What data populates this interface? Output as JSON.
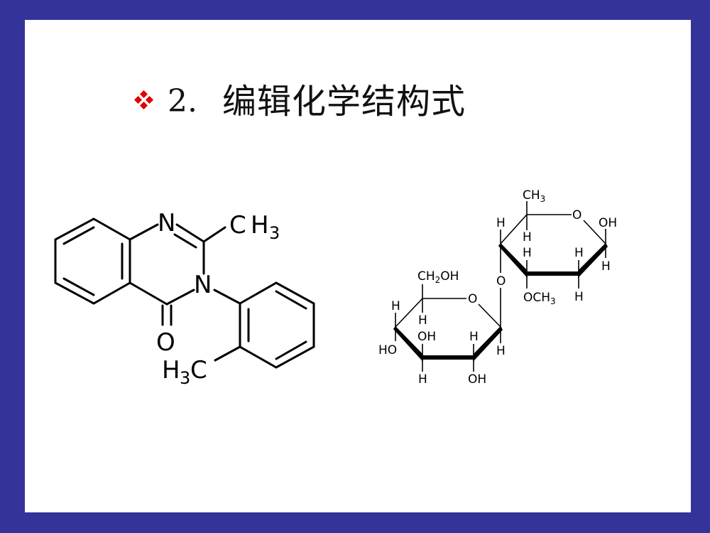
{
  "slide": {
    "title_number": "2.",
    "title_text": "编辑化学结构式",
    "bullet_icon": "red-diamond-cluster",
    "colors": {
      "border": "#333399",
      "background": "#ffffff",
      "bullet": "#e00000",
      "text": "#000000"
    }
  },
  "molecule_left": {
    "name": "2-methyl-3-(o-tolyl)quinazolin-4(3H)-one",
    "labels": {
      "n1": "N",
      "n3": "N",
      "o": "O",
      "ch3_c": "C",
      "ch3_h": "H",
      "ch3_sub": "3",
      "h3c_h": "H",
      "h3c_sub": "3",
      "h3c_c": "C"
    }
  },
  "molecule_right": {
    "name": "disaccharide",
    "labels": {
      "top_ch3": "CH",
      "top_ch3_sub": "3",
      "ring_o_top": "O",
      "oh_c1": "OH",
      "h_c1": "H",
      "h_c4_top": "H",
      "h_c5": "H",
      "h_c3_top": "H",
      "h_c2_top": "H",
      "h_c2_bottom": "H",
      "och3": "OCH",
      "och3_sub": "3",
      "glyco_o": "O",
      "ch2oh_a": "CH",
      "ch2oh_sub": "2",
      "ch2oh_b": "OH",
      "ring_o_bottom": "O",
      "h_c5b": "H",
      "h_c4b_top": "H",
      "ho_c4b": "HO",
      "oh_c3b": "OH",
      "h_c3b_bottom": "H",
      "h_c2b_top": "H",
      "oh_c2b": "OH",
      "h_c1b": "H"
    }
  }
}
